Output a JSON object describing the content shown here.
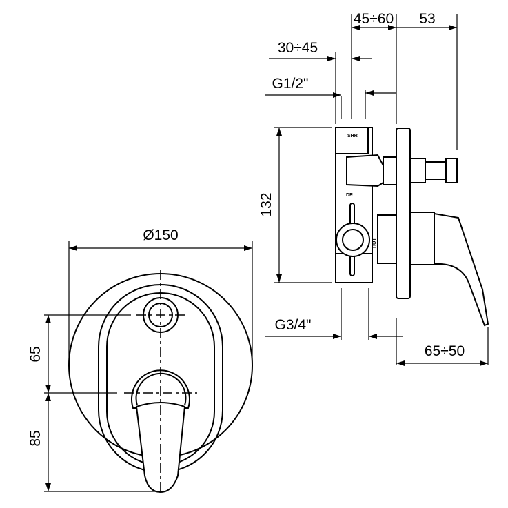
{
  "drawing": {
    "dimensions": {
      "diameter": "Ø150",
      "front_upper": "65",
      "front_lower": "85",
      "height": "132",
      "depth_wall": "45÷60",
      "stem": "53",
      "depth_inlet": "30÷45",
      "thread_outlet": "G1/2\"",
      "thread_inlet": "G3/4\"",
      "handle_depth": "65÷50"
    },
    "labels": {
      "shower": "SHR",
      "diverter": "DR",
      "hot": "HOT"
    }
  }
}
